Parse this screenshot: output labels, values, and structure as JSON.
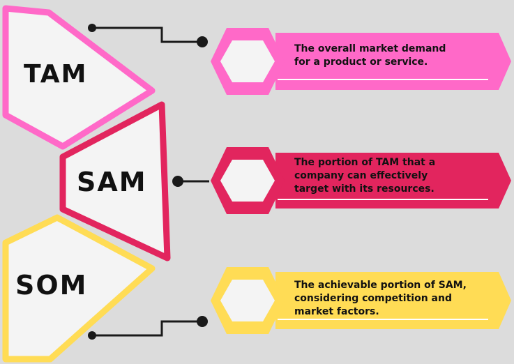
{
  "colors": {
    "background": "#dcdcdc",
    "tam": "#ff69c8",
    "sam": "#e2255e",
    "som": "#ffdc55",
    "shape_fill": "#f4f4f4",
    "connector": "#1a1a1a"
  },
  "items": [
    {
      "label": "TAM",
      "description_lines": [
        "The overall market demand",
        "for a product or service."
      ]
    },
    {
      "label": "SAM",
      "description_lines": [
        "The portion of TAM that a",
        "company can effectively",
        "target with its resources."
      ]
    },
    {
      "label": "SOM",
      "description_lines": [
        "The achievable portion of SAM,",
        "considering competition and",
        "market factors."
      ]
    }
  ]
}
